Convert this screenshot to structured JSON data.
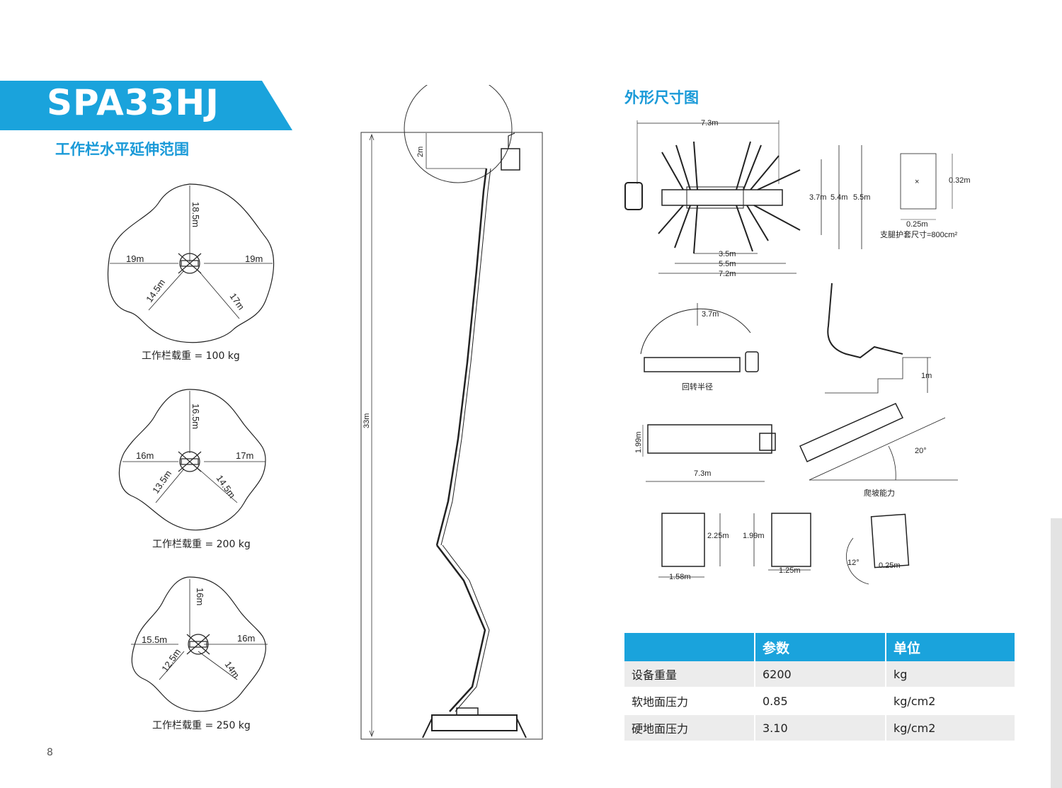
{
  "header": {
    "model": "SPA33HJ",
    "section_range": "工作栏水平延伸范围",
    "section_dims": "外形尺寸图"
  },
  "range_diagrams": [
    {
      "forward": "18.5m",
      "left": "19m",
      "right": "19m",
      "diag_left": "14.5m",
      "diag_right": "17m",
      "caption": "工作栏载重 = 100 kg"
    },
    {
      "forward": "16.5m",
      "left": "16m",
      "right": "17m",
      "diag_left": "13.5m",
      "diag_right": "14.5m",
      "caption": "工作栏载重 = 200 kg"
    },
    {
      "forward": "16m",
      "left": "15.5m",
      "right": "16m",
      "diag_left": "12.5m",
      "diag_right": "14m",
      "caption": "工作栏载重 = 250 kg"
    }
  ],
  "elevation": {
    "height": "33m",
    "platform_height": "2m"
  },
  "dims": {
    "top_width": "7.3m",
    "h1": "3.7m",
    "h2": "5.4m",
    "h3": "5.5m",
    "w1": "3.5m",
    "w2": "5.5m",
    "w3": "7.2m",
    "pad_h": "0.32m",
    "pad_w": "0.25m",
    "pad_caption": "支腿护套尺寸=800cm²",
    "swing_radius": "3.7m",
    "swing_caption": "回转半径",
    "step_height": "1m",
    "stow_height": "1.99m",
    "stow_length": "7.3m",
    "slope_angle": "20°",
    "slope_caption": "爬坡能力",
    "front_h1": "2.25m",
    "front_w1": "1.58m",
    "front_h2": "1.99m",
    "front_w2": "1.25m",
    "tilt_angle": "12°",
    "tilt_w": "0.25m"
  },
  "spec_table": {
    "headers": [
      "",
      "参数",
      "单位"
    ],
    "rows": [
      [
        "设备重量",
        "6200",
        "kg"
      ],
      [
        "软地面压力",
        "0.85",
        "kg/cm2"
      ],
      [
        "硬地面压力",
        "3.10",
        "kg/cm2"
      ]
    ]
  },
  "page_number": "8",
  "colors": {
    "accent": "#1aa3dc",
    "row_shade": "#ececec"
  }
}
